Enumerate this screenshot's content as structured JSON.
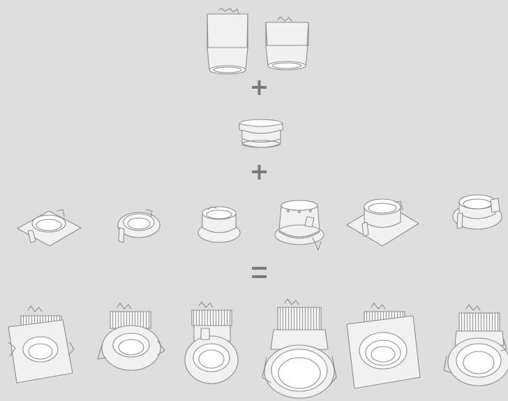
{
  "diagram": {
    "rows": [
      {
        "id": "modules",
        "items": [
          "led-module-large",
          "led-module-small"
        ]
      },
      {
        "id": "reflector",
        "items": [
          "reflector-ring"
        ]
      },
      {
        "id": "trims",
        "items": [
          "trim-square-flat",
          "trim-round-flat",
          "trim-round-deep",
          "trim-round-cone",
          "trim-square-deep",
          "trim-round-tilted"
        ]
      },
      {
        "id": "assembled",
        "items": [
          "downlight-square",
          "downlight-round",
          "downlight-round-deep",
          "downlight-round-large",
          "downlight-square-deep",
          "downlight-round-trimless"
        ]
      }
    ],
    "operators": [
      "plus",
      "plus",
      "equals"
    ],
    "colors": {
      "background": "#dedede",
      "line": "#8c8c8c",
      "operator": "#7a7a7a",
      "fill": "#f1f1f1"
    }
  }
}
